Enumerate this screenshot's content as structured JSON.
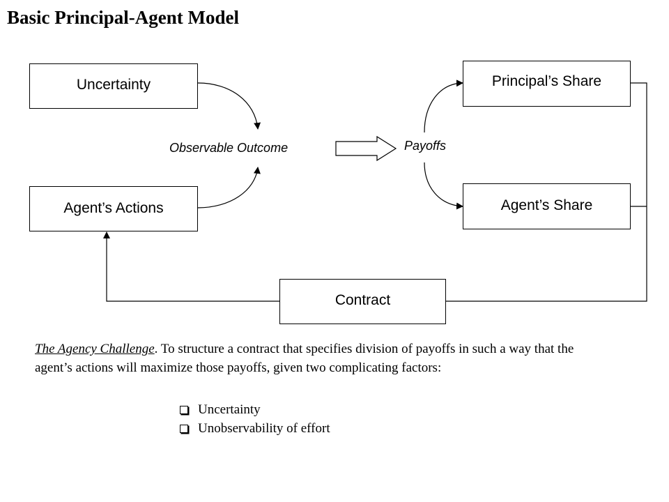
{
  "title": "Basic Principal-Agent Model",
  "diagram": {
    "uncertainty": "Uncertainty",
    "agents_actions": "Agent’s Actions",
    "observable_outcome": "Observable Outcome",
    "payoffs": "Payoffs",
    "principals_share": "Principal’s Share",
    "agents_share": "Agent’s Share",
    "contract": "Contract"
  },
  "challenge": {
    "heading": "The Agency Challenge",
    "text": ".  To structure a contract that specifies division of payoffs in such a way that the agent’s actions will maximize those payoffs, given two complicating factors:",
    "factors": [
      "Uncertainty",
      "Unobservability of effort"
    ]
  }
}
